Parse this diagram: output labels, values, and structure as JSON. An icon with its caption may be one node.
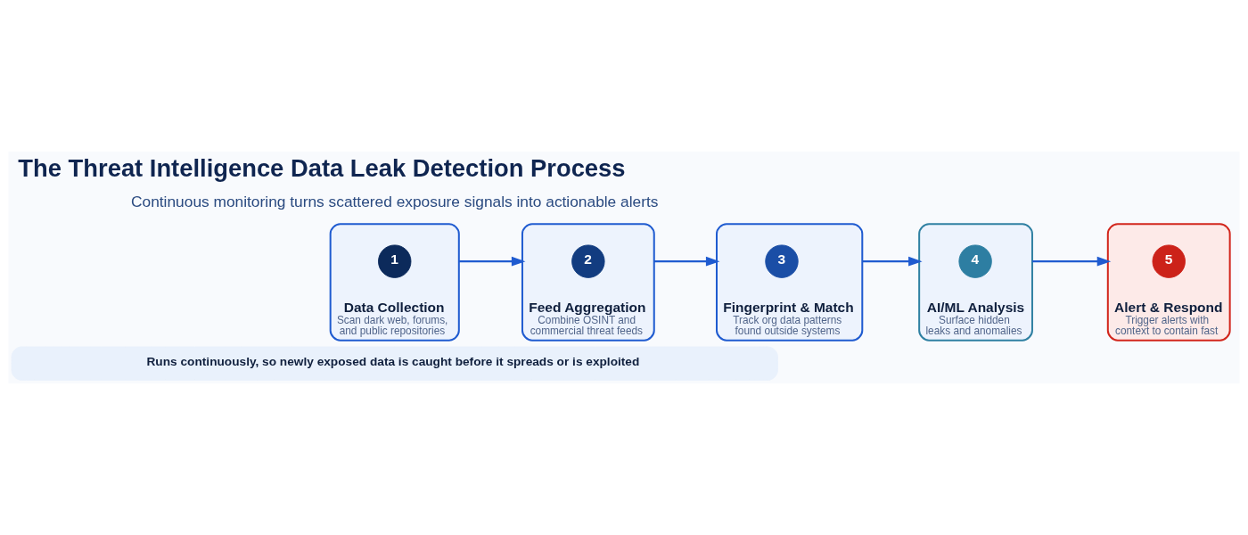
{
  "diagram": {
    "title": "The Threat Intelligence Data Leak Detection Process",
    "nodes": [
      {
        "text": [
          "Data Collection",
          "Scan dark web, forums, and public repositories"
        ]
      },
      {
        "text": [
          "1"
        ],
        "in": 0
      },
      {
        "text": [
          "Feed Aggregation",
          "Combine OSINT and commercial threat feeds"
        ]
      },
      {
        "text": [
          "2"
        ],
        "in": 2
      },
      {
        "text": [
          "Fingerprint & Match",
          "Track org data patterns found outside systems"
        ]
      },
      {
        "text": [
          "3"
        ],
        "in": 4
      },
      {
        "text": [
          "AI/ML Analysis",
          "Surface hidden leaks and anomalies"
        ]
      },
      {
        "text": [
          "4"
        ],
        "in": 6
      },
      {
        "text": [
          "Alert & Respond",
          "Trigger alerts with context to contain fast"
        ]
      },
      {
        "text": [
          "5"
        ],
        "in": 8
      },
      {
        "text": [
          "Runs continuously, so newly exposed data is caught before it spreads or is exploited"
        ]
      }
    ],
    "edges": [
      {
        "from": 0,
        "to": 2,
        "arrow": "to"
      },
      {
        "from": 2,
        "to": 4,
        "arrow": "to"
      },
      {
        "from": 4,
        "to": 6,
        "arrow": "to"
      },
      {
        "from": 6,
        "to": 8,
        "arrow": "to"
      }
    ],
    "labels": [
      "Continuous monitoring turns scattered exposure signals into actionable alerts"
    ]
  }
}
